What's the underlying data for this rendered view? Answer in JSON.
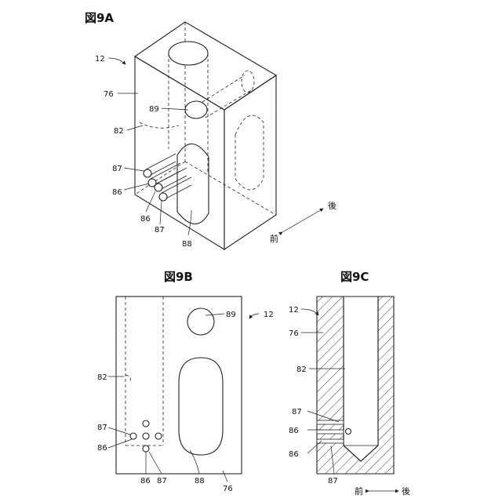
{
  "figures": {
    "fig9a": {
      "title": "図9A",
      "labels": {
        "block": "12",
        "body": "76",
        "passage_main": "82",
        "port": "89",
        "nozzle_a": "87",
        "nozzle_b": "86",
        "nozzle_c": "86",
        "nozzle_d": "87",
        "slot": "88"
      },
      "direction": {
        "rear": "後",
        "front": "前"
      }
    },
    "fig9b": {
      "title": "図9B",
      "labels": {
        "block": "12",
        "port": "89",
        "passage_main": "82",
        "nozzle_a": "87",
        "nozzle_b": "86",
        "nozzle_c": "86",
        "nozzle_d": "87",
        "slot": "88",
        "body": "76"
      }
    },
    "fig9c": {
      "title": "図9C",
      "labels": {
        "block": "12",
        "body": "76",
        "passage_main": "82",
        "nozzle_a": "87",
        "nozzle_b": "86",
        "nozzle_c": "86",
        "nozzle_d": "87"
      },
      "direction": {
        "front": "前",
        "rear": "後"
      }
    }
  }
}
